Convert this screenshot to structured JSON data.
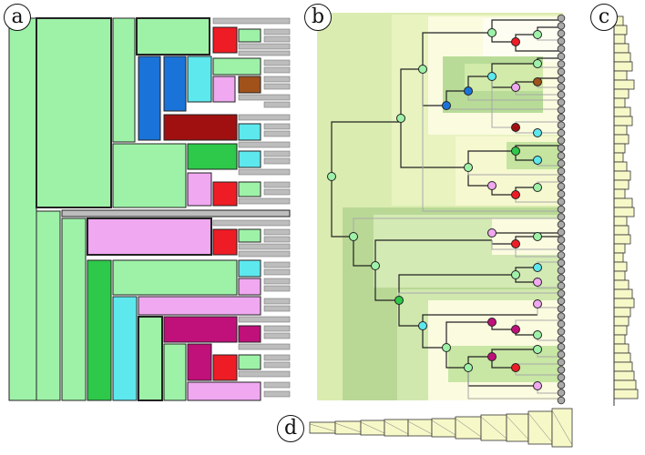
{
  "panels": {
    "a": {
      "label": "a"
    },
    "b": {
      "label": "b"
    },
    "c": {
      "label": "c"
    },
    "d": {
      "label": "d"
    }
  },
  "colors": {
    "light_green": "#9ef2a8",
    "pale_green": "#cfe8a8",
    "blue": "#1a73d8",
    "cyan": "#5de8ee",
    "pink": "#f0a8f0",
    "red": "#ee1c24",
    "dark_red": "#a01010",
    "brown": "#a0521a",
    "green": "#2ec84a",
    "magenta": "#c0107a",
    "grey": "#bdbdbd",
    "yellow_green": "#f6f8c8"
  }
}
